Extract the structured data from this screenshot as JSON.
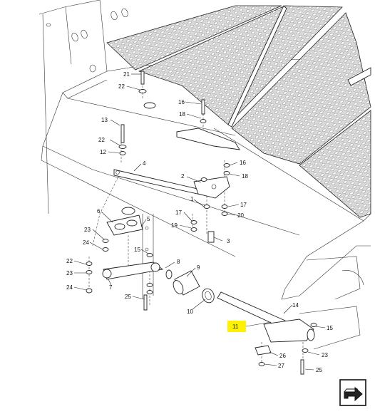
{
  "diagram": {
    "highlighted_callout": "11",
    "highlight_color": "#fff200",
    "callouts": {
      "c21": "21",
      "c22a": "22",
      "c16a": "16",
      "c18a": "18",
      "c13": "13",
      "c22b": "22",
      "c12": "12",
      "c4": "4",
      "c2": "2",
      "c16b": "16",
      "c18b": "18",
      "c1": "1",
      "c17a": "17",
      "c6": "6",
      "c17b": "17",
      "c20": "20",
      "c19": "19",
      "c23a": "23",
      "c5": "5",
      "c3": "3",
      "c24a": "24",
      "c15a": "15",
      "c22c": "22",
      "c8": "8",
      "c9": "9",
      "c23b": "23",
      "c7": "7",
      "c24b": "24",
      "c25a": "25",
      "c10": "10",
      "c14": "14",
      "c11": "11",
      "c15b": "15",
      "c26": "26",
      "c23c": "23",
      "c27": "27",
      "c25b": "25"
    }
  },
  "nav_icon": "next-page-arrow-icon"
}
